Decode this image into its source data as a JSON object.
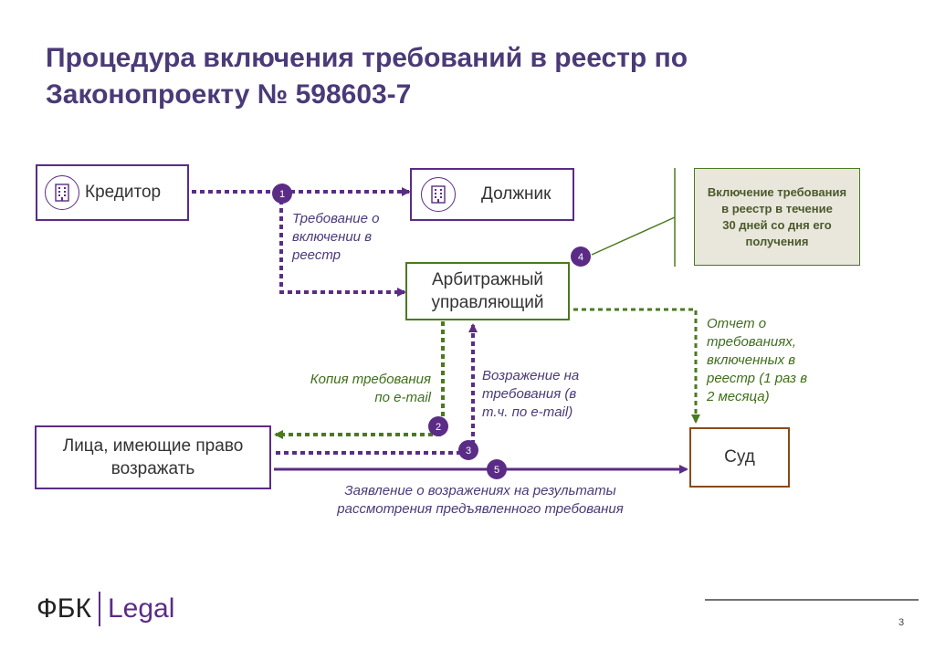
{
  "title_line1": "Процедура включения требований в реестр по",
  "title_line2": "Законопроекту № 598603-7",
  "nodes": {
    "creditor": "Кредитор",
    "debtor": "Должник",
    "manager_line1": "Арбитражный",
    "manager_line2": "управляющий",
    "objectors_line1": "Лица, имеющие право",
    "objectors_line2": "возражать",
    "court": "Суд"
  },
  "note": {
    "line1": "Включение требования",
    "line2": "в реестр в течение",
    "line3": "30 дней со дня его",
    "line4": "получения"
  },
  "steps": {
    "s1": "1",
    "s2": "2",
    "s3": "3",
    "s4": "4",
    "s5": "5"
  },
  "labels": {
    "claim_line1": "Требование о",
    "claim_line2": "включении в",
    "claim_line3": "реестр",
    "copy_line1": "Копия требования",
    "copy_line2": "по e-mail",
    "objection_line1": "Возражение на",
    "objection_line2": "требования (в",
    "objection_line3": "т.ч. по e-mail)",
    "report_line1": "Отчет о",
    "report_line2": "требованиях,",
    "report_line3": "включенных в",
    "report_line4": "реестр (1 раз в",
    "report_line5": "2 месяца)",
    "statement_line1": "Заявление о возражениях на результаты",
    "statement_line2": "рассмотрения предъявленного требования"
  },
  "footer": {
    "brand_fbk": "ФБК",
    "brand_legal": "Legal",
    "page": "3"
  },
  "icons": [
    "building-icon"
  ],
  "colors": {
    "title": "#4b3a78",
    "purple": "#5b2c86",
    "green": "#4a7a1e",
    "brown": "#8a4a1a",
    "note_bg": "#e9e6dc"
  }
}
